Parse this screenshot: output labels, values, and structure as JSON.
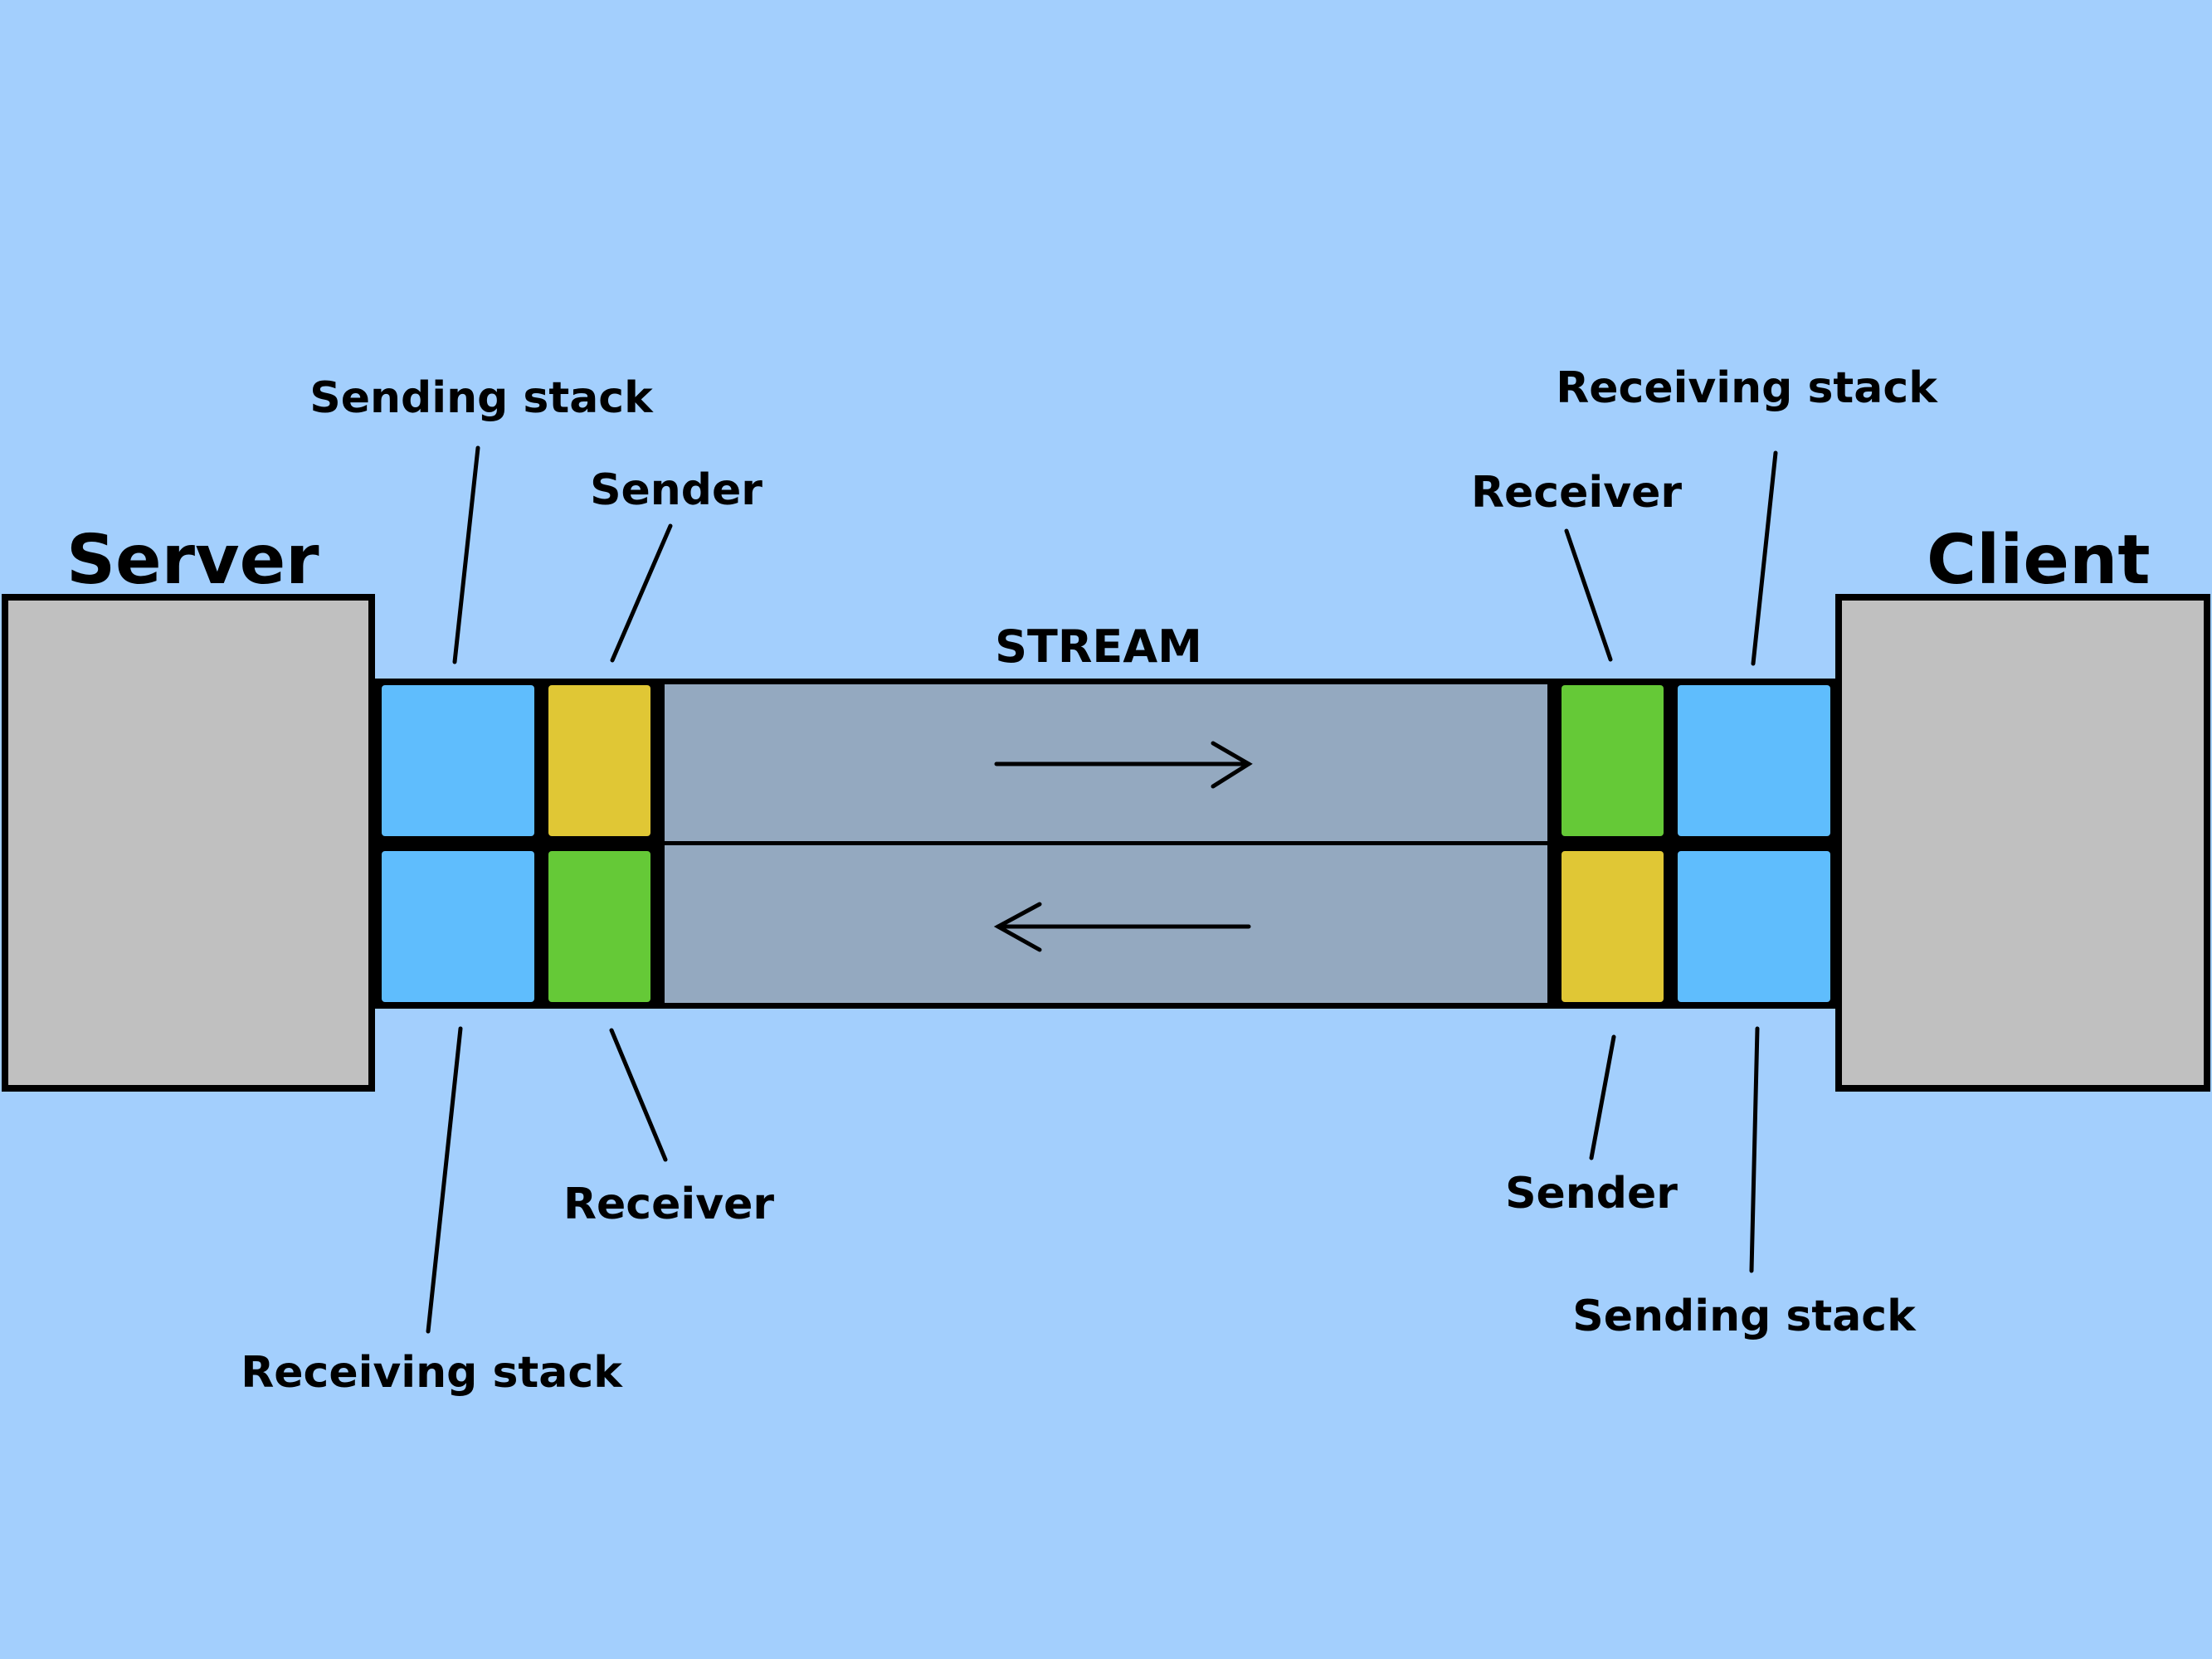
{
  "title": {
    "server": "Server",
    "client": "Client",
    "stream": "STREAM"
  },
  "server_side": {
    "top_stack_label": "Sending stack",
    "top_endpoint_label": "Sender",
    "bottom_endpoint_label": "Receiver",
    "bottom_stack_label": "Receiving stack"
  },
  "client_side": {
    "top_stack_label": "Receiving stack",
    "top_endpoint_label": "Receiver",
    "bottom_endpoint_label": "Sender",
    "bottom_stack_label": "Sending stack"
  },
  "colors": {
    "background": "#a3cffd",
    "host_box": "#c0c0c0",
    "stack_block": "#5fbdfd",
    "sender_block": "#e0c735",
    "receiver_block": "#65c937",
    "stream_channel": "#94a9c0",
    "outline": "#000000"
  }
}
